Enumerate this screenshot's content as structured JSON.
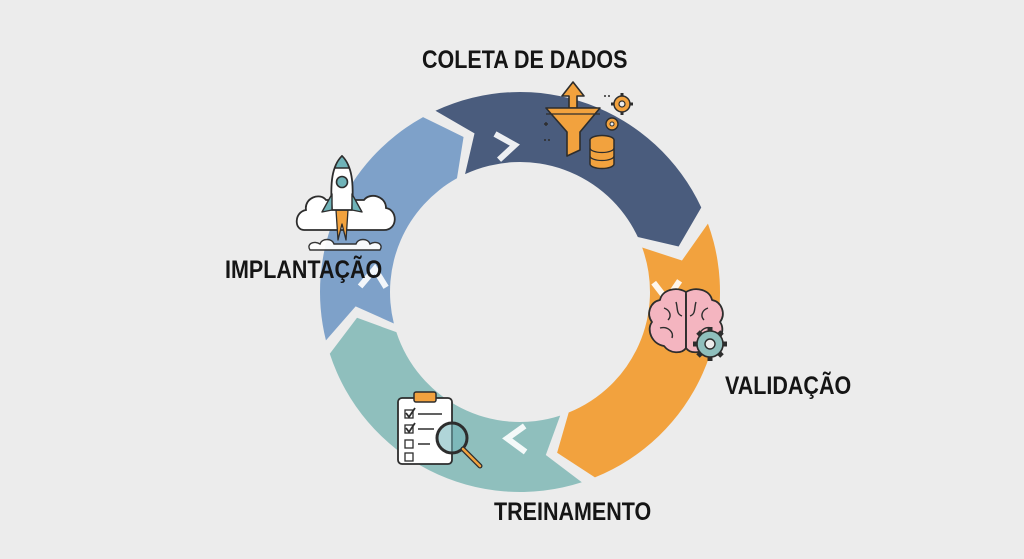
{
  "diagram": {
    "stages": [
      {
        "id": "coleta",
        "label": "COLETA DE DADOS",
        "color": "#4a5c7d",
        "icon": "funnel-data-icon"
      },
      {
        "id": "validacao",
        "label": "VALIDAÇÃO",
        "color": "#f2a23e",
        "icon": "brain-gear-icon"
      },
      {
        "id": "treinamento",
        "label": "TREINAMENTO",
        "color": "#8fbfbd",
        "icon": "checklist-magnifier-icon"
      },
      {
        "id": "implantacao",
        "label": "IMPLANTAÇÃO",
        "color": "#7ea1c9",
        "icon": "rocket-launch-icon"
      }
    ],
    "colors": {
      "background": "#ececec",
      "chevron": "#ffffff",
      "icon_orange": "#f2a23e",
      "icon_outline": "#2d2d2d",
      "brain_pink": "#f4b5c0",
      "magnifier_teal": "#6fb3b8",
      "label_text": "#151515"
    }
  }
}
